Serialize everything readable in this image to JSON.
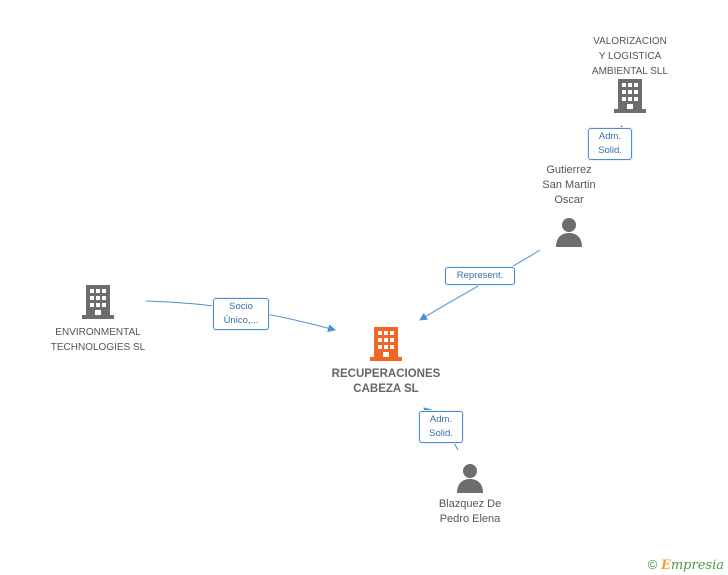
{
  "nodes": {
    "valorizacion": {
      "label": "VALORIZACION\nY LOGISTICA\nAMBIENTAL SLL",
      "type": "company"
    },
    "gutierrez": {
      "label": "Gutierrez\nSan Martin\nOscar",
      "type": "person"
    },
    "environmental": {
      "label": "ENVIRONMENTAL\nTECHNOLOGIES SL",
      "type": "company"
    },
    "recuperaciones": {
      "label": "RECUPERACIONES\nCABEZA SL",
      "type": "company-main"
    },
    "blazquez": {
      "label": "Blazquez De\nPedro Elena",
      "type": "person"
    }
  },
  "edges": {
    "adm_valorizacion": {
      "label": "Adm.\nSolid."
    },
    "represent": {
      "label": "Represent."
    },
    "socio": {
      "label": "Socio\nÚnico,..."
    },
    "adm_recuperaciones": {
      "label": "Adm.\nSolid."
    }
  },
  "colors": {
    "main_company": "#f26522",
    "company": "#6d6d6d",
    "person": "#6d6d6d",
    "edge": "#4a8fd4"
  },
  "footer": {
    "copyright": "©",
    "brand_initial": "E",
    "brand_rest": "mpresia"
  }
}
